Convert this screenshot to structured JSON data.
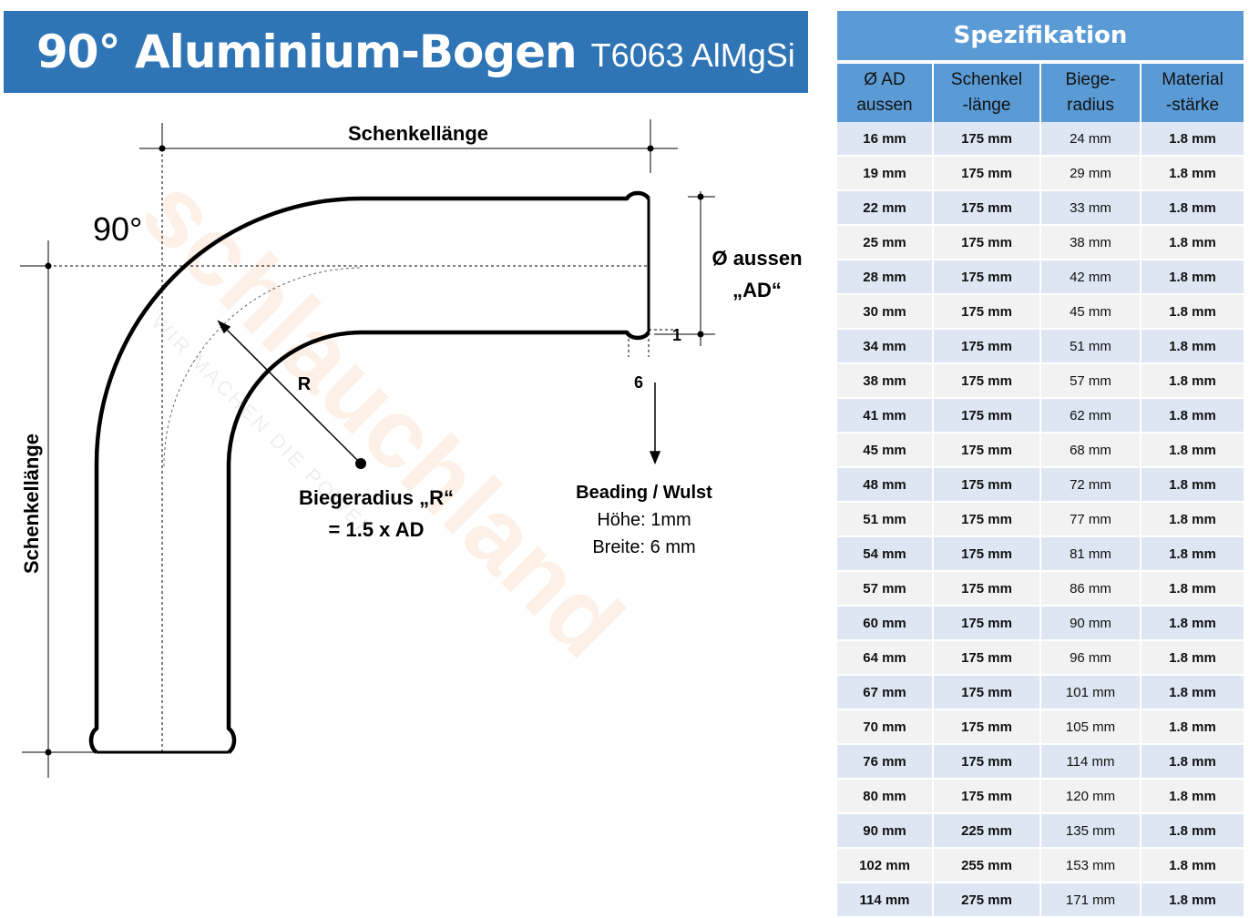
{
  "title": {
    "main": "90° Aluminium-Bogen",
    "sub": "T6063 AlMgSi"
  },
  "watermark": {
    "brand": "schlauchland",
    "tagline": "WIR MACHEN DIE POWER"
  },
  "diagram": {
    "angle_label": "90°",
    "schenkel_top": "Schenkellänge",
    "schenkel_left": "Schenkellänge",
    "r_label": "R",
    "biegeradius_line1": "Biegeradius „R“",
    "biegeradius_line2": "= 1.5  x  AD",
    "aussen_line1": "Ø aussen",
    "aussen_line2": "„AD“",
    "bead_height_value": "1",
    "bead_width_value": "6",
    "beading_title": "Beading / Wulst",
    "beading_height": "Höhe: 1mm",
    "beading_width": "Breite: 6 mm"
  },
  "table": {
    "title": "Spezifikation",
    "headers": [
      "Ø AD\naussen",
      "Schenkel\n-länge",
      "Biege-\nradius",
      "Material\n-stärke"
    ],
    "rows": [
      [
        "16 mm",
        "175 mm",
        "24 mm",
        "1.8 mm"
      ],
      [
        "19 mm",
        "175 mm",
        "29 mm",
        "1.8 mm"
      ],
      [
        "22 mm",
        "175 mm",
        "33 mm",
        "1.8 mm"
      ],
      [
        "25 mm",
        "175 mm",
        "38 mm",
        "1.8 mm"
      ],
      [
        "28 mm",
        "175 mm",
        "42 mm",
        "1.8 mm"
      ],
      [
        "30 mm",
        "175 mm",
        "45 mm",
        "1.8 mm"
      ],
      [
        "34 mm",
        "175 mm",
        "51 mm",
        "1.8 mm"
      ],
      [
        "38 mm",
        "175 mm",
        "57 mm",
        "1.8 mm"
      ],
      [
        "41 mm",
        "175 mm",
        "62 mm",
        "1.8 mm"
      ],
      [
        "45 mm",
        "175 mm",
        "68 mm",
        "1.8 mm"
      ],
      [
        "48 mm",
        "175 mm",
        "72 mm",
        "1.8 mm"
      ],
      [
        "51 mm",
        "175 mm",
        "77 mm",
        "1.8 mm"
      ],
      [
        "54 mm",
        "175 mm",
        "81 mm",
        "1.8 mm"
      ],
      [
        "57 mm",
        "175 mm",
        "86 mm",
        "1.8 mm"
      ],
      [
        "60 mm",
        "175 mm",
        "90 mm",
        "1.8 mm"
      ],
      [
        "64 mm",
        "175 mm",
        "96 mm",
        "1.8 mm"
      ],
      [
        "67 mm",
        "175 mm",
        "101 mm",
        "1.8 mm"
      ],
      [
        "70 mm",
        "175 mm",
        "105 mm",
        "1.8 mm"
      ],
      [
        "76 mm",
        "175 mm",
        "114 mm",
        "1.8 mm"
      ],
      [
        "80 mm",
        "175 mm",
        "120 mm",
        "1.8 mm"
      ],
      [
        "90 mm",
        "225 mm",
        "135 mm",
        "1.8 mm"
      ],
      [
        "102 mm",
        "255 mm",
        "153 mm",
        "1.8 mm"
      ],
      [
        "114 mm",
        "275 mm",
        "171 mm",
        "1.8 mm"
      ]
    ]
  },
  "colors": {
    "title_bg": "#2f75b5",
    "table_header": "#5b9bd5",
    "row_odd": "#dde6f2",
    "row_even": "#f2f2f2"
  }
}
